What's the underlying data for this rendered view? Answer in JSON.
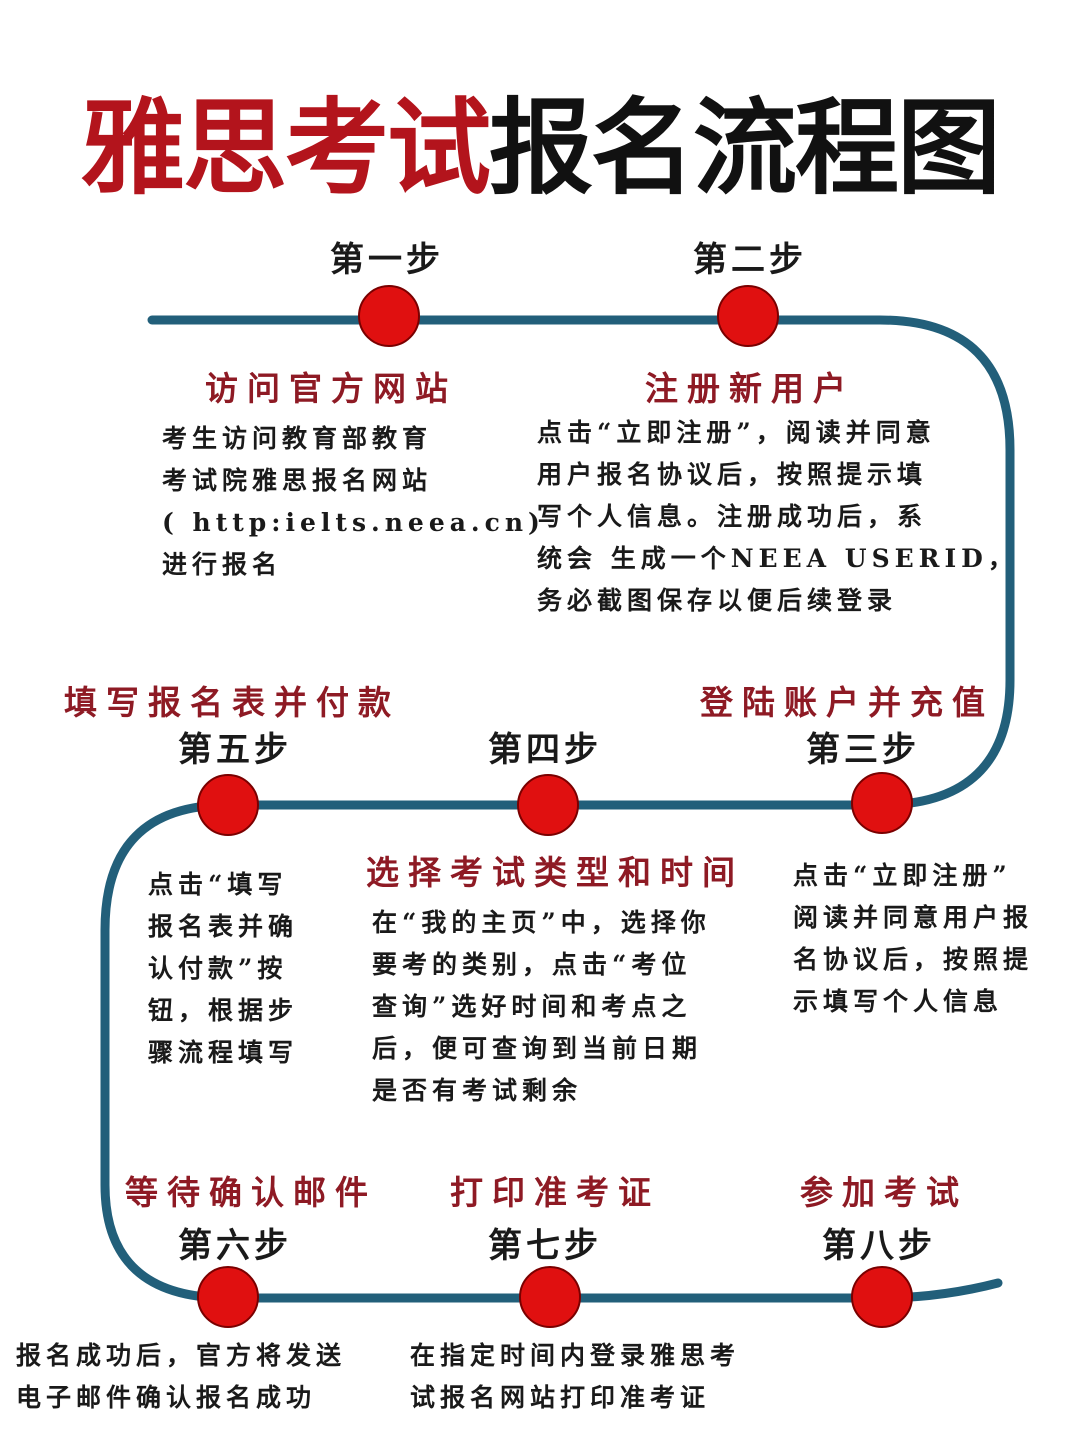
{
  "title": {
    "red": "雅思考试",
    "black": "报名流程图"
  },
  "colors": {
    "title_red": "#b3141c",
    "heading_red": "#8e1a24",
    "track": "#225f7a",
    "node": "#e01010"
  },
  "steps": [
    {
      "label": "第一步",
      "heading": "访问官方网站",
      "desc": "考生访问教育部教育\n考试院雅思报名网站\n( http:ielts.neea.cn)\n进行报名"
    },
    {
      "label": "第二步",
      "heading": "注册新用户",
      "desc": "点击“立即注册”，阅读并同意\n用户报名协议后，按照提示填\n写个人信息。注册成功后，系\n统会 生成一个NEEA USERID，\n务必截图保存以便后续登录"
    },
    {
      "label": "第三步",
      "heading": "登陆账户并充值",
      "desc": "点击“立即注册”\n阅读并同意用户报\n名协议后，按照提\n示填写个人信息"
    },
    {
      "label": "第四步",
      "heading": "选择考试类型和时间",
      "desc": "在“我的主页”中，选择你\n要考的类别，点击“考位\n查询”选好时间和考点之\n后，便可查询到当前日期\n是否有考试剩余"
    },
    {
      "label": "第五步",
      "heading": "填写报名表并付款",
      "desc": "点击“填写\n报名表并确\n认付款”按\n钮，根据步\n骤流程填写"
    },
    {
      "label": "第六步",
      "heading": "等待确认邮件",
      "desc": "报名成功后，官方将发送\n电子邮件确认报名成功"
    },
    {
      "label": "第七步",
      "heading": "打印准考证",
      "desc": "在指定时间内登录雅思考\n试报名网站打印准考证"
    },
    {
      "label": "第八步",
      "heading": "参加考试",
      "desc": ""
    }
  ]
}
